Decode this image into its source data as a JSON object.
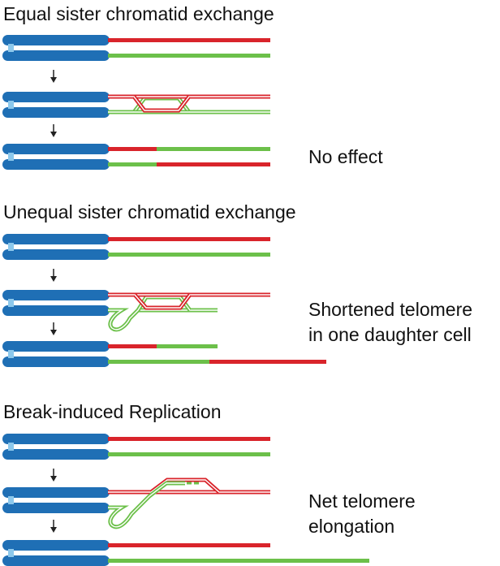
{
  "panels": [
    {
      "title": "Equal sister chromatid exchange",
      "result_lines": [
        "No effect"
      ]
    },
    {
      "title": "Unequal sister chromatid exchange",
      "result_lines": [
        "Shortened telomere",
        "in one daughter cell"
      ]
    },
    {
      "title": "Break-induced Replication",
      "result_lines": [
        "Net telomere",
        "elongation"
      ]
    }
  ],
  "colors": {
    "chromatid": "#1f6fb5",
    "centromere": "#8cc8ec",
    "telomere_red": "#d9242b",
    "telomere_green": "#6cc04a",
    "arrow": "#222222"
  }
}
